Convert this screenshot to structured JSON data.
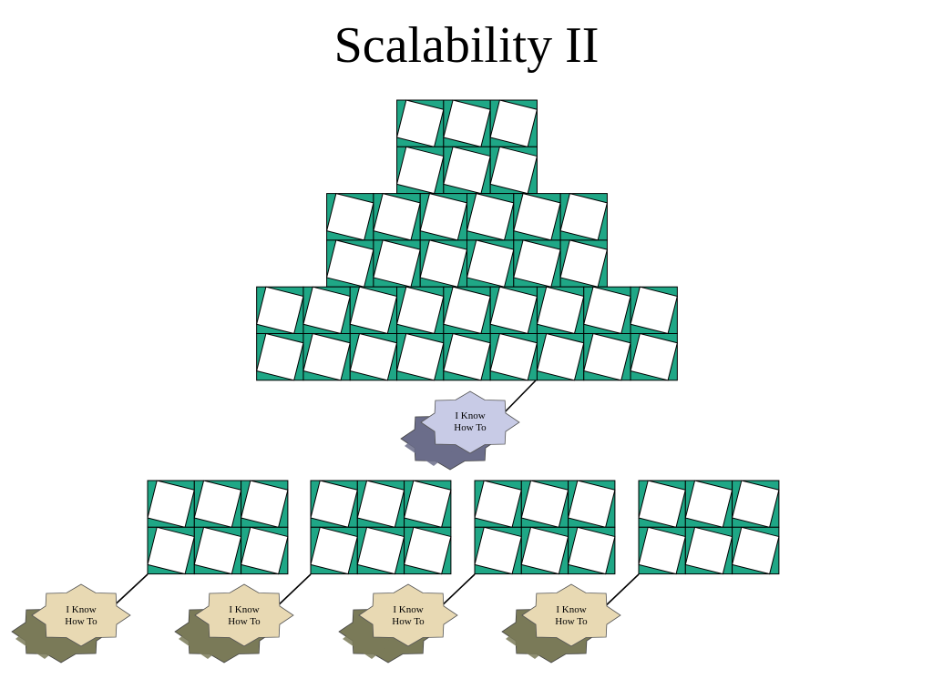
{
  "slide": {
    "title": "Scalability II"
  },
  "colors": {
    "tile_fill": "#1fa786",
    "tile_stroke": "#000000",
    "inner_square": "#ffffff",
    "main_node_face": "#c8cbe6",
    "main_node_side": "#6b6d8a",
    "sub_node_face": "#e8d9b3",
    "sub_node_side": "#7a7a58",
    "connector": "#000000"
  },
  "nodes": {
    "main": {
      "line1": "I  Know",
      "line2": "How To"
    },
    "sub": [
      {
        "line1": "I  Know",
        "line2": "How To"
      },
      {
        "line1": "I  Know",
        "line2": "How To"
      },
      {
        "line1": "I  Know",
        "line2": "How To"
      },
      {
        "line1": "I  Know",
        "line2": "How To"
      }
    ]
  },
  "grids": {
    "pyramid_rows_of_tiles": [
      3,
      3,
      6,
      6,
      9,
      9
    ],
    "bottom_groups": [
      {
        "cols": 3,
        "rows": 2
      },
      {
        "cols": 3,
        "rows": 2
      },
      {
        "cols": 3,
        "rows": 2
      },
      {
        "cols": 3,
        "rows": 2
      }
    ]
  }
}
